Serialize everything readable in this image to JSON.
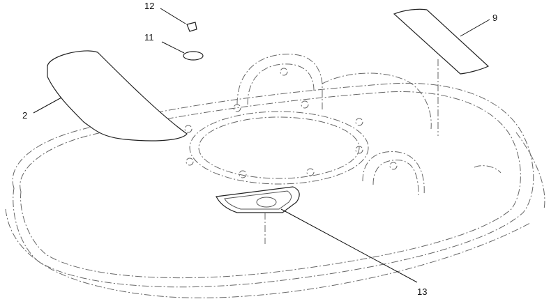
{
  "diagram": {
    "callouts": {
      "part2": "2",
      "part9": "9",
      "part11": "11",
      "part12": "12",
      "part13": "13"
    }
  }
}
